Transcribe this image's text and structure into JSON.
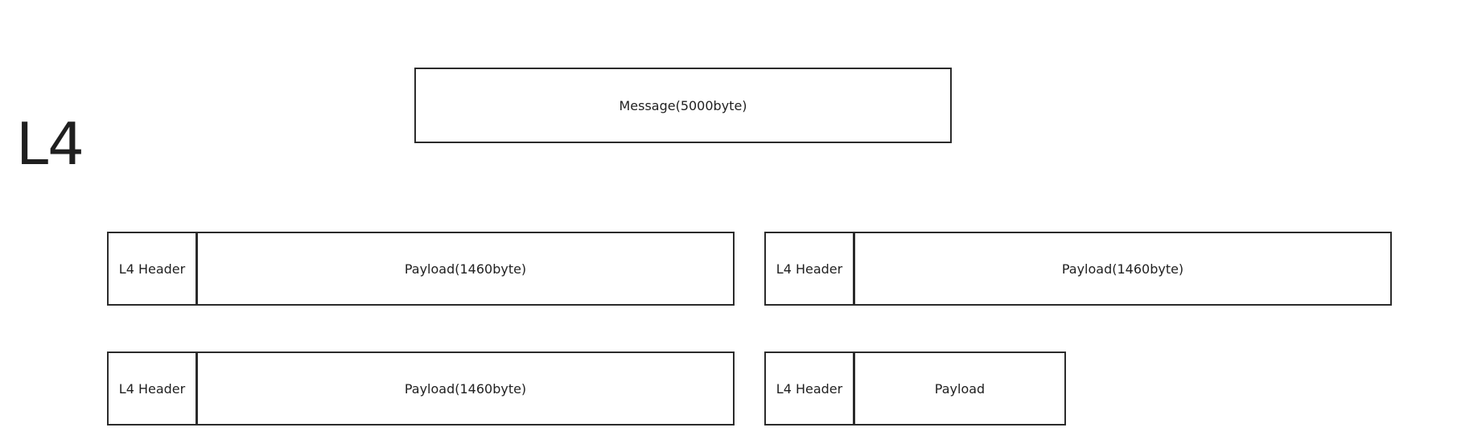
{
  "diagram": {
    "layer_label": "L4",
    "message_box": {
      "label": "Message(5000byte)"
    },
    "segments": [
      {
        "row": 1,
        "position": "left",
        "header_label": "L4 Header",
        "payload_label": "Payload(1460byte)"
      },
      {
        "row": 1,
        "position": "right",
        "header_label": "L4 Header",
        "payload_label": "Payload(1460byte)"
      },
      {
        "row": 2,
        "position": "left",
        "header_label": "L4 Header",
        "payload_label": "Payload(1460byte)"
      },
      {
        "row": 2,
        "position": "right",
        "header_label": "L4 Header",
        "payload_label": "Payload"
      }
    ],
    "colors": {
      "stroke": "#2b2b2b",
      "text": "#1f1f1f",
      "background": "#ffffff"
    }
  }
}
